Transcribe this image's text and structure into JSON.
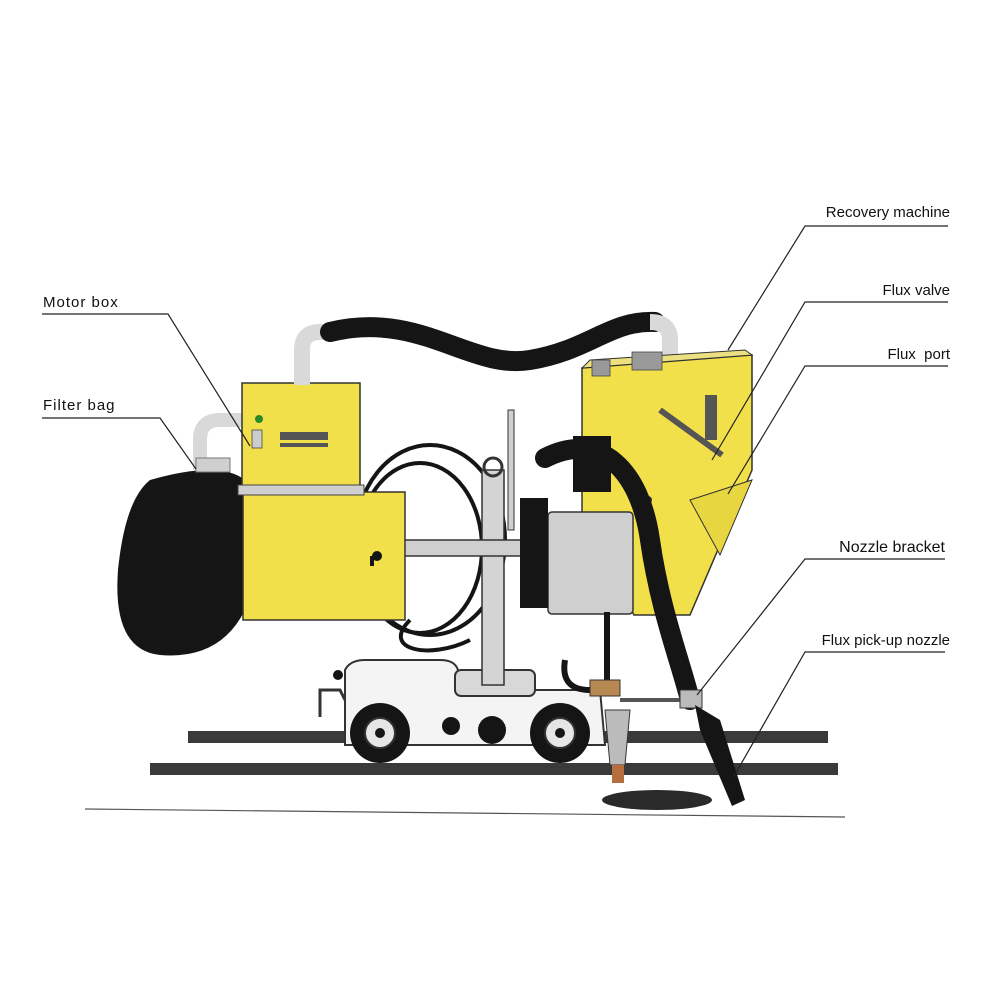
{
  "labels": {
    "recovery_machine": "Recovery machine",
    "flux_valve": "Flux valve",
    "flux_port": "Flux  port",
    "nozzle_bracket": "Nozzle bracket",
    "flux_pickup_nozzle": "Flux pick-up nozzle",
    "motor_box": "Motor box",
    "filter_bag": "Filter bag"
  },
  "colors": {
    "machine_yellow": "#f2e04a",
    "hose_black": "#151515",
    "metal_grey": "#c9c9c9",
    "rail_dark": "#3a3a3a"
  }
}
